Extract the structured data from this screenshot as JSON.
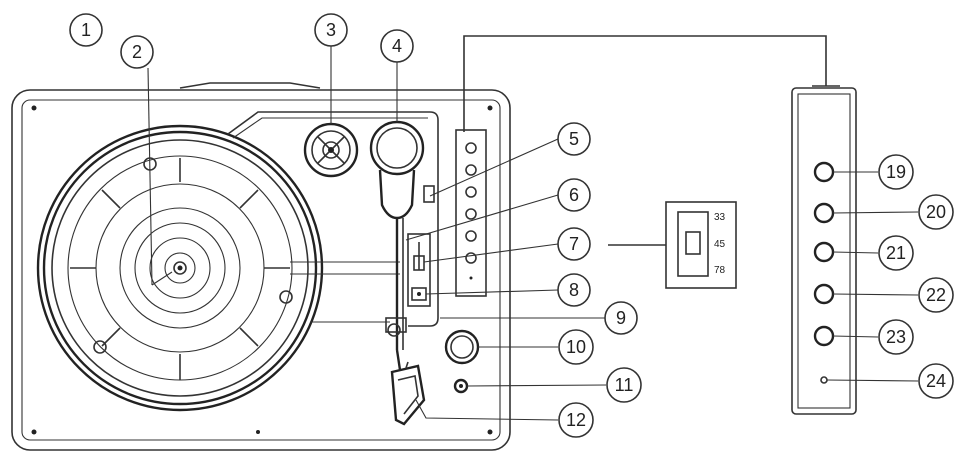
{
  "diagram": {
    "callouts": [
      "1",
      "2",
      "3",
      "4",
      "5",
      "6",
      "7",
      "8",
      "9",
      "10",
      "11",
      "12",
      "19",
      "20",
      "21",
      "22",
      "23",
      "24"
    ],
    "speed_selector": {
      "options": [
        "33",
        "45",
        "78"
      ]
    }
  }
}
